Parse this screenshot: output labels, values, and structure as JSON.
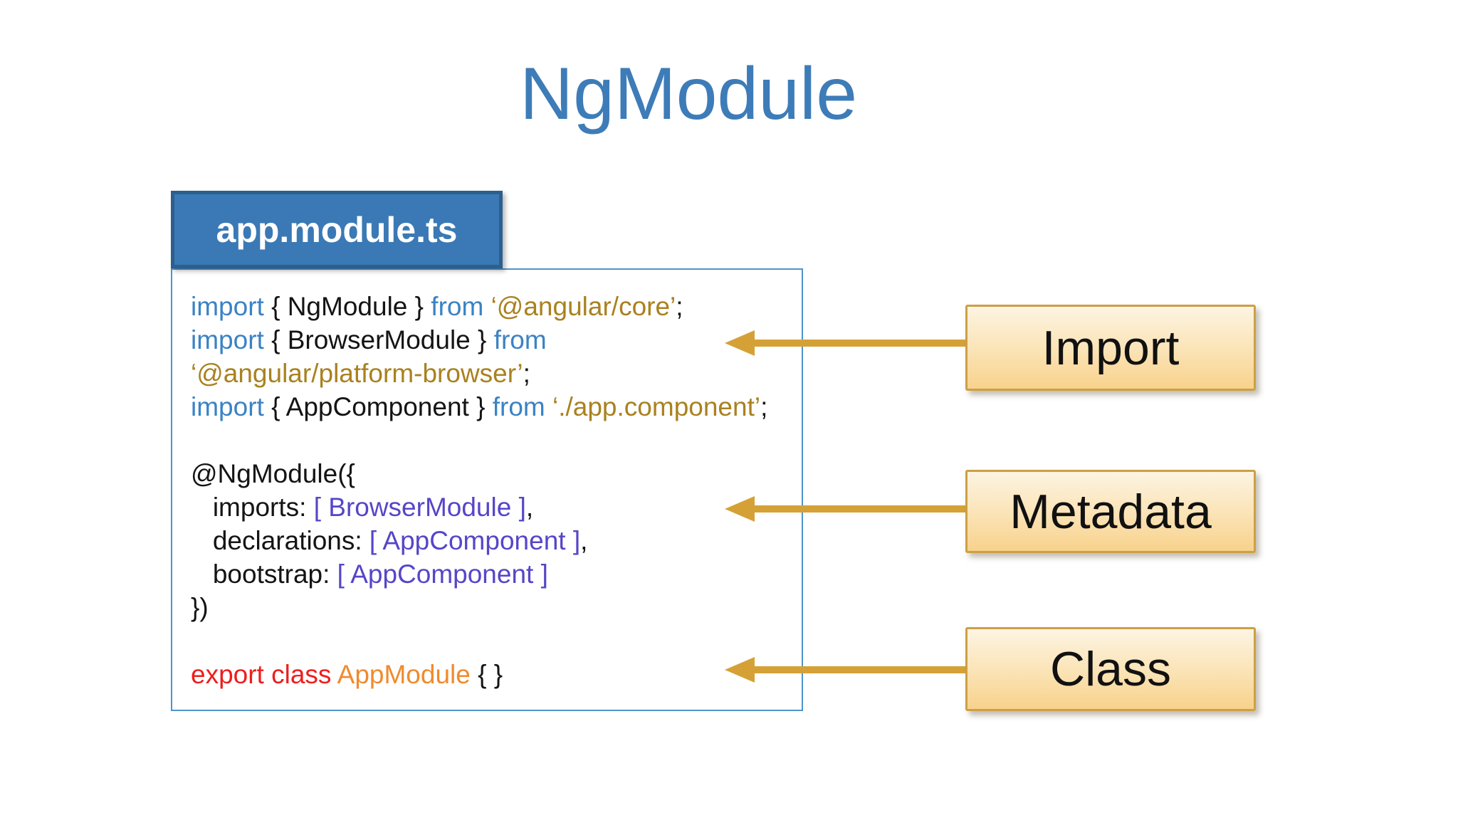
{
  "title": "NgModule",
  "code_panel": {
    "tab_label": "app.module.ts",
    "lines": [
      [
        {
          "t": "import ",
          "c": "kw"
        },
        {
          "t": "{ NgModule } ",
          "c": "pl"
        },
        {
          "t": "from ",
          "c": "kw"
        },
        {
          "t": "‘@angular/core’",
          "c": "str"
        },
        {
          "t": ";",
          "c": "pl"
        }
      ],
      [
        {
          "t": "import ",
          "c": "kw"
        },
        {
          "t": "{ BrowserModule } ",
          "c": "pl"
        },
        {
          "t": "from",
          "c": "kw"
        }
      ],
      [
        {
          "t": "‘@angular/platform-browser’",
          "c": "str"
        },
        {
          "t": ";",
          "c": "pl"
        }
      ],
      [
        {
          "t": "import ",
          "c": "kw"
        },
        {
          "t": "{ AppComponent } ",
          "c": "pl"
        },
        {
          "t": "from ",
          "c": "kw"
        },
        {
          "t": "‘./app.component’",
          "c": "str"
        },
        {
          "t": ";",
          "c": "pl"
        }
      ],
      [],
      [
        {
          "t": "@NgModule({",
          "c": "pl"
        }
      ],
      [
        {
          "t": "   imports: ",
          "c": "pl"
        },
        {
          "t": "[ BrowserModule ]",
          "c": "arr"
        },
        {
          "t": ",",
          "c": "pl"
        }
      ],
      [
        {
          "t": "   declarations: ",
          "c": "pl"
        },
        {
          "t": "[ AppComponent ]",
          "c": "arr"
        },
        {
          "t": ",",
          "c": "pl"
        }
      ],
      [
        {
          "t": "   bootstrap: ",
          "c": "pl"
        },
        {
          "t": "[ AppComponent ]",
          "c": "arr"
        }
      ],
      [
        {
          "t": "})",
          "c": "pl"
        }
      ],
      [],
      [
        {
          "t": "export class ",
          "c": "red"
        },
        {
          "t": "AppModule ",
          "c": "orange"
        },
        {
          "t": "{ }",
          "c": "pl"
        }
      ]
    ]
  },
  "callouts": [
    {
      "label": "Import"
    },
    {
      "label": "Metadata"
    },
    {
      "label": "Class"
    }
  ],
  "colors": {
    "title_blue": "#3d7cb8",
    "tab_fill": "#3a79b5",
    "tab_border": "#2d5f8e",
    "code_panel_border": "#4e94cc",
    "code_keyword_blue": "#3b82c4",
    "code_string_gold": "#a9811f",
    "code_binding_purple": "#5546c8",
    "code_export_red": "#ee1d1d",
    "code_classname_orange": "#f08a2e",
    "arrow_gold": "#d5a136",
    "callout_border": "#cda045",
    "callout_fill_top": "#fdf4e2",
    "callout_fill_bottom": "#f8d28c"
  }
}
